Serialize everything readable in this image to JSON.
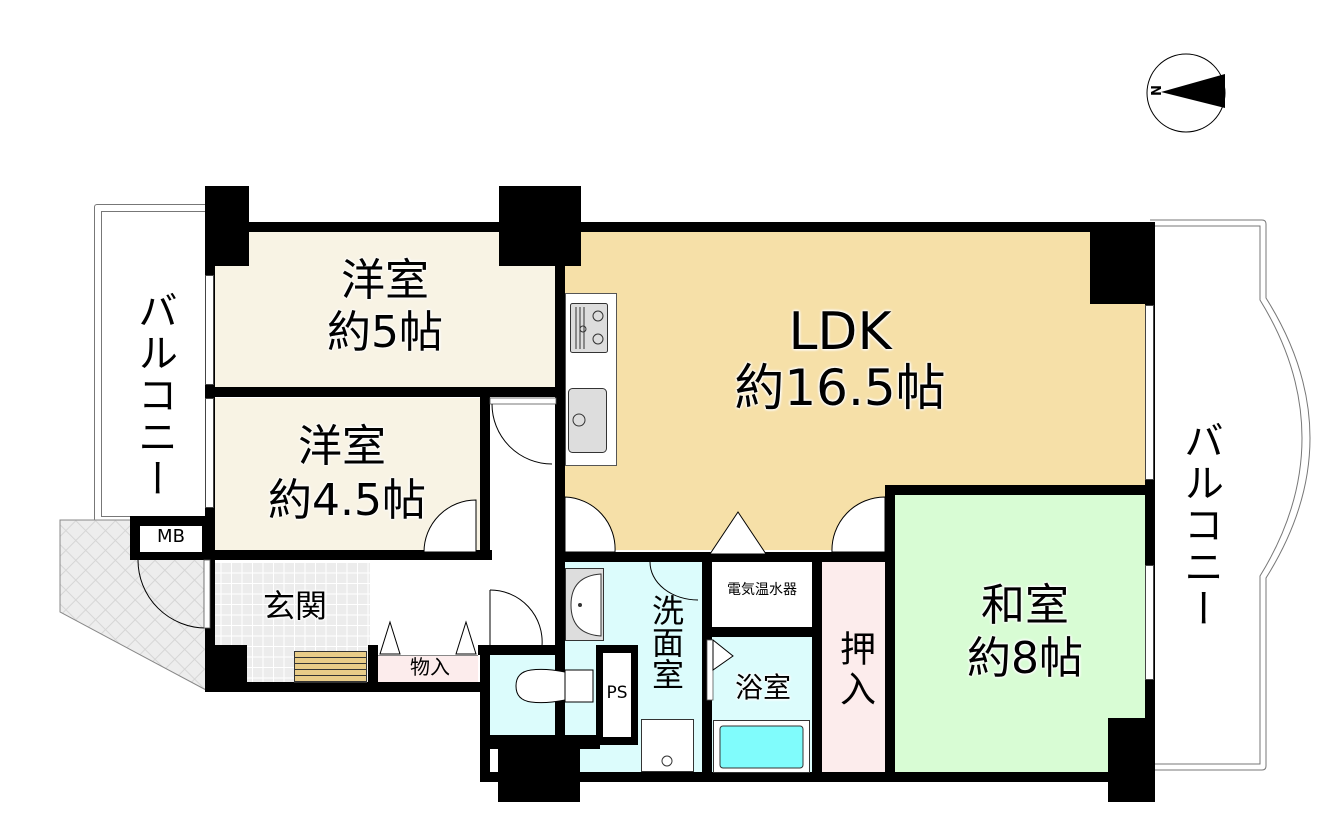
{
  "compass": {
    "label": "N",
    "icon": "north-arrow-icon"
  },
  "rooms": {
    "western1": {
      "name": "洋室",
      "size": "約5帖",
      "color": "#f8f3e4"
    },
    "western2": {
      "name": "洋室",
      "size": "約4.5帖",
      "color": "#f8f3e4"
    },
    "ldk": {
      "name": "LDK",
      "size": "約16.5帖",
      "color": "#f6e0a8"
    },
    "washitsu": {
      "name": "和室",
      "size": "約8帖",
      "color": "#d8fcd4"
    },
    "genkan": {
      "name": "玄関",
      "color": "#ececec"
    },
    "senmen": {
      "name": "洗面室",
      "color": "#dcfcfc"
    },
    "bath": {
      "name": "浴室",
      "color": "#dcfcfc"
    },
    "toilet": {
      "color": "#dcfcfc"
    },
    "oshiire": {
      "name": "押入",
      "color": "#fcecec"
    },
    "monoire": {
      "name": "物入",
      "color": "#fcecec"
    },
    "water_heater": {
      "name": "電気温水器"
    },
    "ps": {
      "name": "PS"
    },
    "mb": {
      "name": "MB"
    }
  },
  "balconies": {
    "left": {
      "name": "バルコニー"
    },
    "right": {
      "name": "バルコニー"
    }
  },
  "colors": {
    "wall": "#000000",
    "bathtub": "#80fcfc",
    "step": "#e8cc88",
    "porch": "#e8e8e8"
  }
}
